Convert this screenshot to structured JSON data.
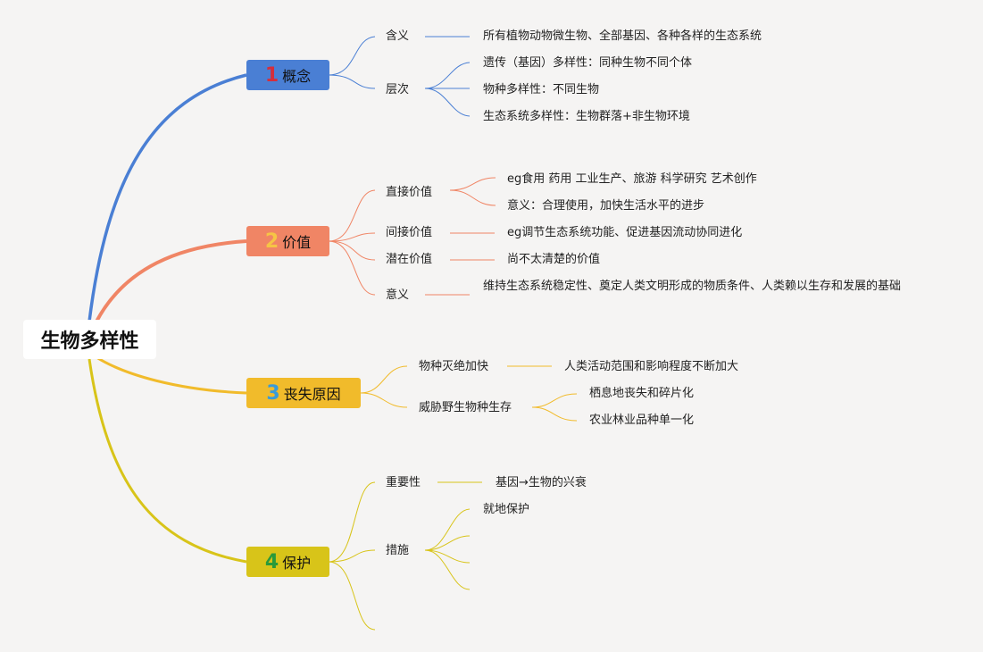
{
  "root": "生物多样性",
  "colors": {
    "blue": "#4a7fd4",
    "orange": "#f08565",
    "yellow": "#f1bb2b",
    "olive": "#d8c419"
  },
  "branches": [
    {
      "num": "1",
      "label": "概念",
      "color": "#4a7fd4",
      "num_color": "#d42e3c"
    },
    {
      "num": "2",
      "label": "价值",
      "color": "#f08565",
      "num_color": "#f6c445"
    },
    {
      "num": "3",
      "label": "丧失原因",
      "color": "#f1bb2b",
      "num_color": "#3a9bd8"
    },
    {
      "num": "4",
      "label": "保护",
      "color": "#d8c419",
      "num_color": "#2a9a3a"
    }
  ],
  "concept": {
    "meaning": "含义",
    "meaning_text": "所有植物动物微生物、全部基因、各种各样的生态系统",
    "levels": "层次",
    "levels_items": [
      "遗传（基因）多样性：同种生物不同个体",
      "物种多样性：不同生物",
      "生态系统多样性：生物群落+非生物环境"
    ]
  },
  "value": {
    "direct": "直接价值",
    "direct_items": [
      "eg食用 药用 工业生产、旅游 科学研究 艺术创作",
      "意义：合理使用，加快生活水平的进步"
    ],
    "indirect": "间接价值",
    "indirect_text": "eg调节生态系统功能、促进基因流动协同进化",
    "potential": "潜在价值",
    "potential_text": "尚不太清楚的价值",
    "meaning": "意义",
    "meaning_text": "维持生态系统稳定性、奠定人类文明形成的物质条件、人类赖以生存和发展的基础"
  },
  "loss": {
    "extinction": "物种灭绝加快",
    "extinction_text": "人类活动范围和影响程度不断加大",
    "threat": "威胁野生物种生存",
    "threat_items": [
      "栖息地丧失和碎片化",
      "农业林业品种单一化"
    ]
  },
  "protect": {
    "importance": "重要性",
    "importance_text": "基因→生物的兴衰",
    "measures": "措施",
    "measures_items": [
      "就地保护"
    ]
  }
}
